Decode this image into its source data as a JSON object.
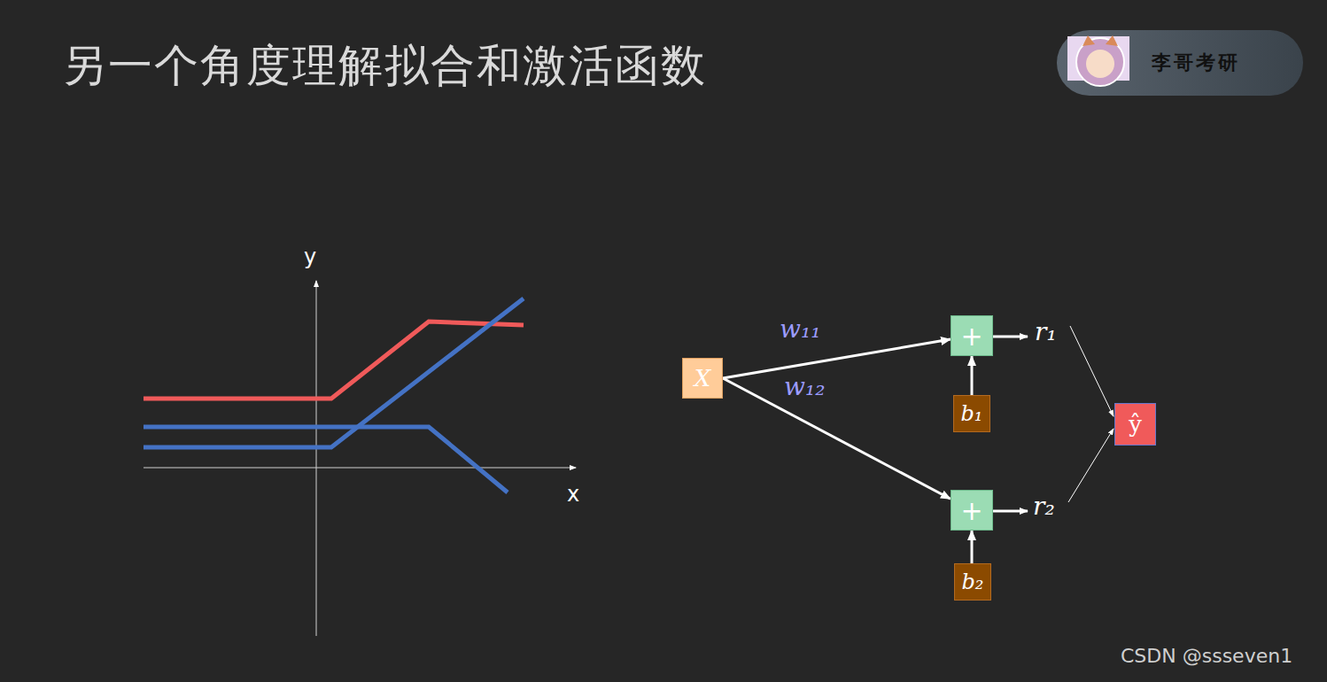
{
  "diagram": {
    "title": "另一个角度理解拟合和激活函数",
    "nodes": [
      {
        "text": [
          "X"
        ]
      },
      {
        "text": [
          "+"
        ]
      },
      {
        "text": [
          "b₁"
        ]
      },
      {
        "text": [
          "+"
        ]
      },
      {
        "text": [
          "b₂"
        ]
      },
      {
        "text": [
          "ŷ"
        ]
      }
    ],
    "edges": [
      {
        "from": 0,
        "to": 1,
        "label": "w₁₁",
        "arrow": "to"
      },
      {
        "from": 0,
        "to": 3,
        "label": "w₁₂",
        "arrow": "to"
      },
      {
        "from": 2,
        "to": 1,
        "arrow": "to"
      },
      {
        "from": 4,
        "to": 3,
        "arrow": "to"
      }
    ],
    "labels": [
      "李哥考研",
      "y",
      "x",
      "r₁",
      "r₂",
      "CSDN @ssseven1"
    ]
  }
}
